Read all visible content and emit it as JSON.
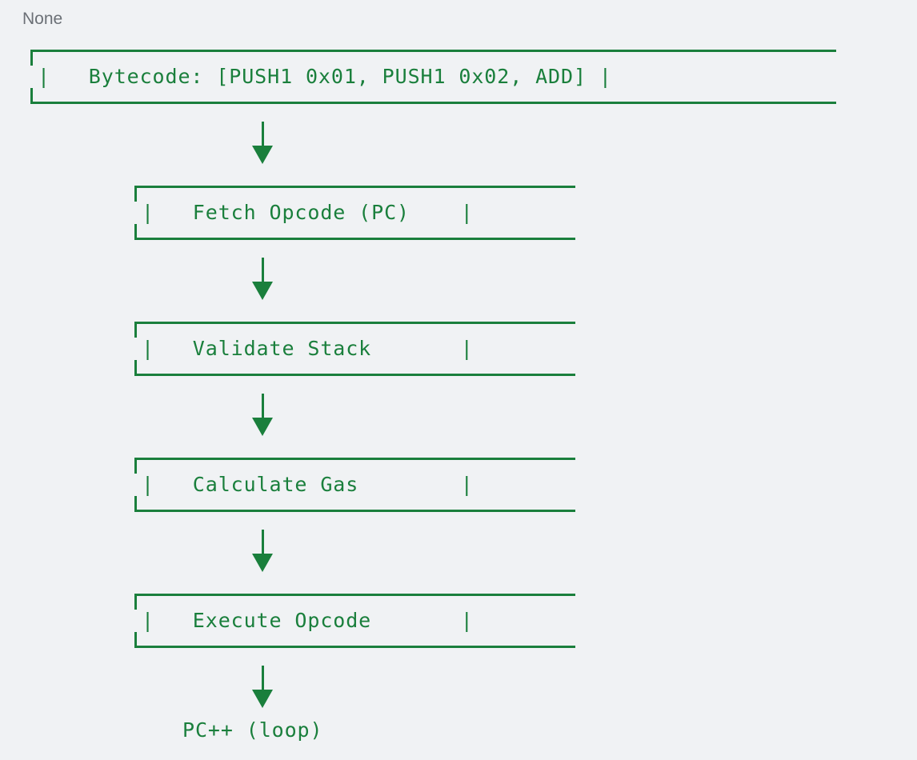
{
  "page": {
    "caption": "None",
    "background_color": "#f0f2f4",
    "accent_color": "#1a7f3c",
    "caption_color": "#6b7076"
  },
  "diagram": {
    "type": "flowchart",
    "orientation": "top-to-bottom",
    "nodes": [
      {
        "id": "bytecode",
        "text": "|   Bytecode: [PUSH1 0x01, PUSH1 0x02, ADD] |",
        "plain_text": "Bytecode: [PUSH1 0x01, PUSH1 0x02, ADD]"
      },
      {
        "id": "fetch",
        "text": "|   Fetch Opcode (PC)    |",
        "plain_text": "Fetch Opcode (PC)"
      },
      {
        "id": "validate",
        "text": "|   Validate Stack       |",
        "plain_text": "Validate Stack"
      },
      {
        "id": "gas",
        "text": "|   Calculate Gas        |",
        "plain_text": "Calculate Gas"
      },
      {
        "id": "execute",
        "text": "|   Execute Opcode       |",
        "plain_text": "Execute Opcode"
      }
    ],
    "terminal_label": "PC++ (loop)",
    "arrow_glyph": "▼",
    "stem_glyph": "|",
    "connector_count": 5
  }
}
